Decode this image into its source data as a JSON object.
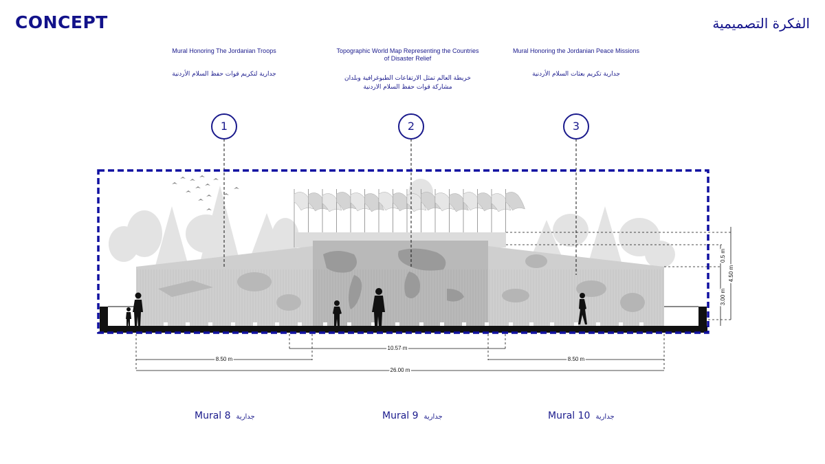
{
  "header": {
    "title_en": "CONCEPT",
    "title_ar": "الفكرة التصميمية"
  },
  "captions": [
    {
      "number": "1",
      "en": "Mural Honoring The Jordanian Troops",
      "ar": "جدارية لتكريم قوات حفظ السلام الأردنية"
    },
    {
      "number": "2",
      "en": "Topographic World Map Representing the Countries of Disaster Relief",
      "ar": "خريطة العالم تمثل الارتفاعات الطبوغرافية وبلدان مشاركة قوات حفظ السلام الاردنية"
    },
    {
      "number": "3",
      "en": "Mural Honoring the Jordanian Peace Missions",
      "ar": "جدارية تكريم بعثات السلام الأردنية"
    }
  ],
  "dimensions": {
    "left_width": "8.50 m",
    "center_width": "10.57 m",
    "right_width": "8.50 m",
    "total_width": "26.00 m",
    "height_top": "0.5 m",
    "height_total": "4.50 m",
    "height_wall": "3.00 m"
  },
  "murals": [
    {
      "en": "Mural  8",
      "ar": "جدارية"
    },
    {
      "en": "Mural  9",
      "ar": "جدارية"
    },
    {
      "en": "Mural 10",
      "ar": "جدارية"
    }
  ],
  "colors": {
    "accent": "#1a1a8c",
    "frame": "#1010a0",
    "ground": "#111111",
    "wall": "#c8c8c8",
    "tree": "#e3e3e3"
  }
}
